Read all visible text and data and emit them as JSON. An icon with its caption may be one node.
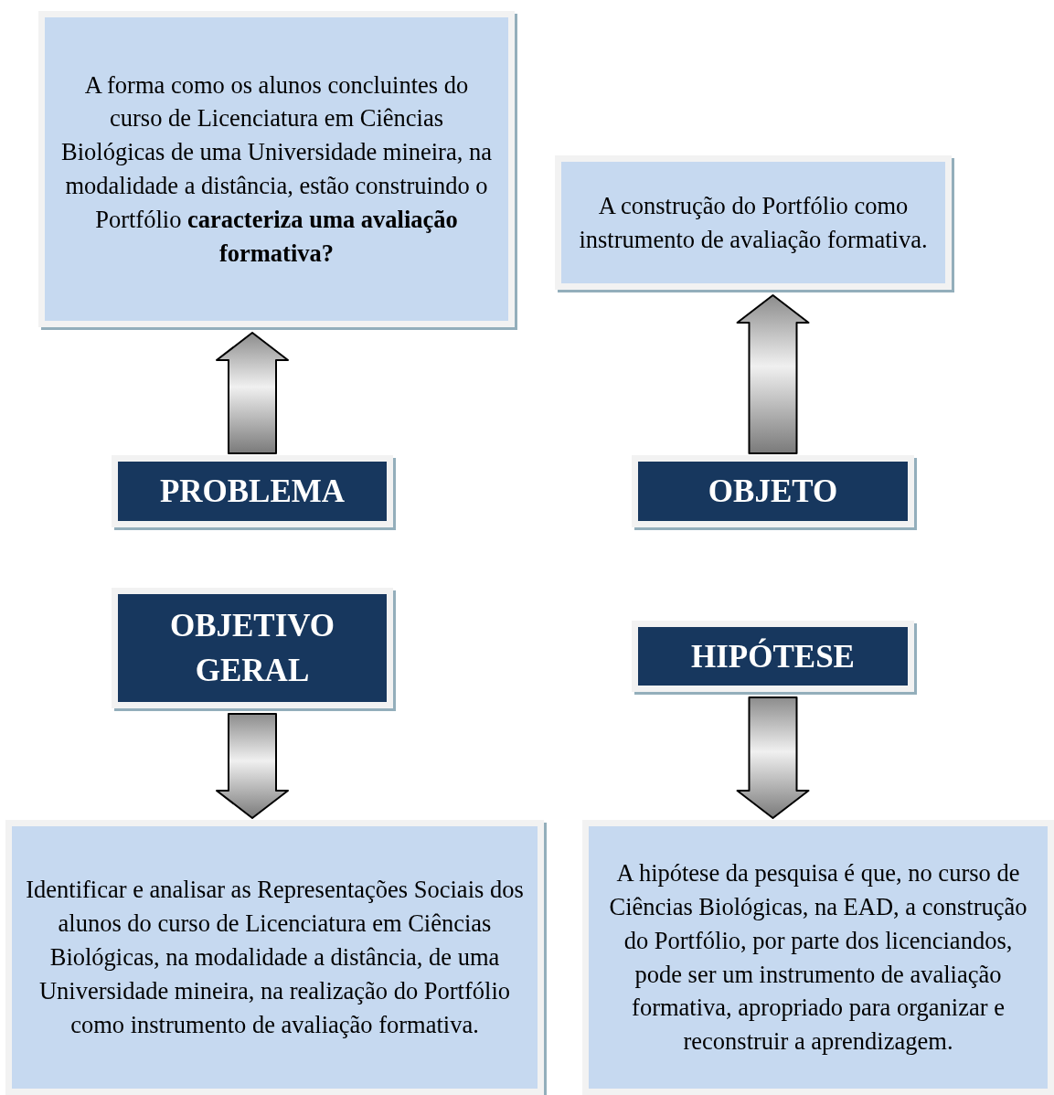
{
  "diagram": {
    "nodes": [
      {
        "text": [
          "A forma como os alunos concluintes do curso de Licenciatura em Ciências Biológicas de uma Universidade mineira, na modalidade a distância, estão construindo o Portfólio **caracteriza uma avaliação formativa?**"
        ]
      },
      {
        "text": [
          "A construção do Portfólio como instrumento de avaliação formativa."
        ]
      },
      {
        "text": [
          "PROBLEMA"
        ]
      },
      {
        "text": [
          "OBJETO"
        ]
      },
      {
        "text": [
          "OBJETIVO GERAL"
        ]
      },
      {
        "text": [
          "HIPÓTESE"
        ]
      },
      {
        "text": [
          "Identificar e analisar as Representações Sociais dos alunos do curso de Licenciatura em Ciências Biológicas, na modalidade a distância, de uma Universidade mineira, na realização do Portfólio como instrumento de avaliação formativa."
        ]
      },
      {
        "text": [
          "A hipótese da pesquisa é que, no curso de Ciências Biológicas, na EAD, a construção do Portfólio, por parte dos licenciandos, pode ser um instrumento de avaliação formativa, apropriado para organizar e reconstruir a aprendizagem."
        ]
      }
    ],
    "edges": [
      {
        "from": 2,
        "to": 0,
        "arrow": "to"
      },
      {
        "from": 3,
        "to": 1,
        "arrow": "to"
      },
      {
        "from": 4,
        "to": 6,
        "arrow": "to"
      },
      {
        "from": 5,
        "to": 7,
        "arrow": "to"
      }
    ]
  }
}
